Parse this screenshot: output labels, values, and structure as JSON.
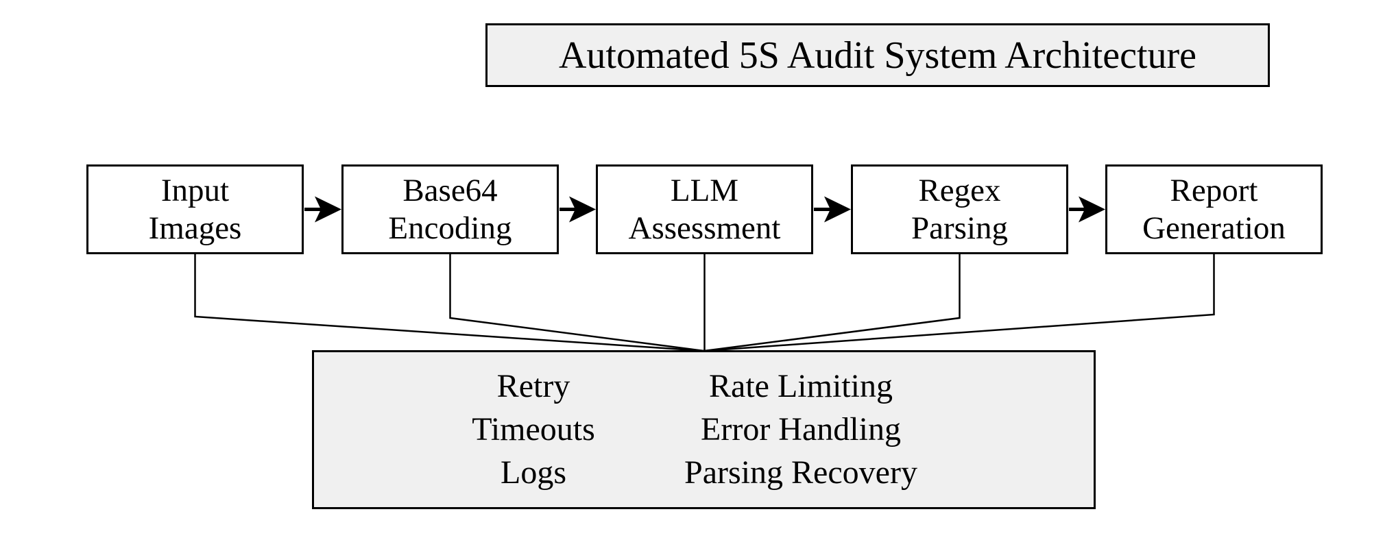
{
  "title": "Automated 5S Audit System Architecture",
  "pipeline": {
    "nodes": [
      {
        "line1": "Input",
        "line2": "Images"
      },
      {
        "line1": "Base64",
        "line2": "Encoding"
      },
      {
        "line1": "LLM",
        "line2": "Assessment"
      },
      {
        "line1": "Regex",
        "line2": "Parsing"
      },
      {
        "line1": "Report",
        "line2": "Generation"
      }
    ]
  },
  "infrastructure": {
    "left_items": [
      "Retry",
      "Timeouts",
      "Logs"
    ],
    "right_items": [
      "Rate Limiting",
      "Error Handling",
      "Parsing Recovery"
    ]
  },
  "colors": {
    "background": "#ffffff",
    "node_fill": "#ffffff",
    "panel_fill": "#f0f0f0",
    "border": "#000000",
    "text": "#000000"
  }
}
